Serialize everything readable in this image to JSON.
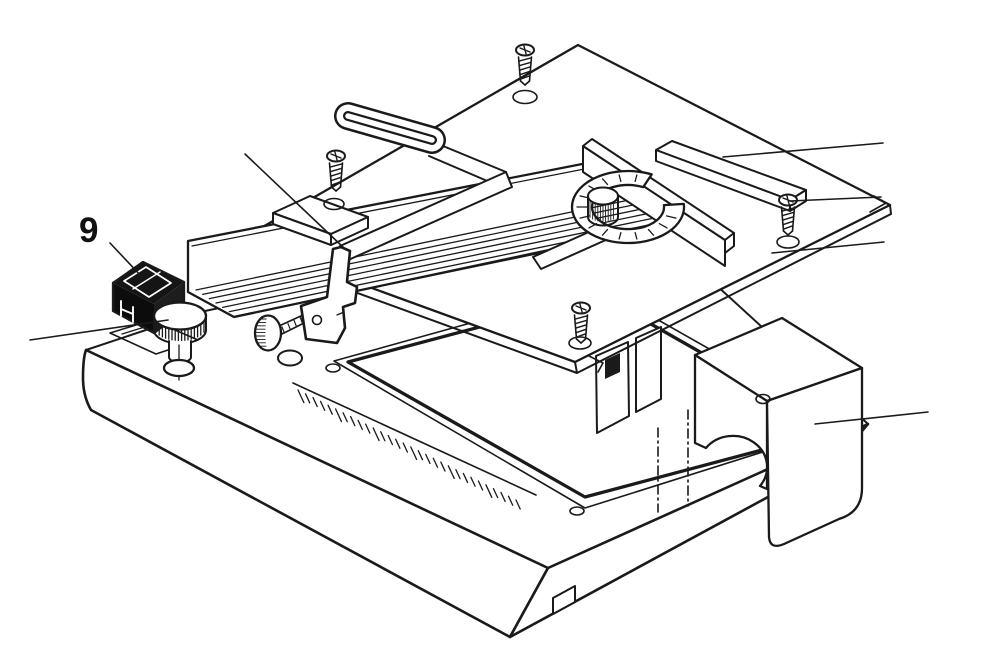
{
  "figure": {
    "kind": "exploded-parts-line-drawing",
    "subject": "benchtop table saw base, table plate, miter gauge, rip fence and blade cover"
  },
  "callout": {
    "label": "9"
  },
  "colors": {
    "ink": "#1a1a1a",
    "paper": "#ffffff",
    "switch_top": "#151515",
    "switch_left": "#0c0c0c",
    "switch_right": "#1d1d1d"
  },
  "counts": {
    "leader_lines": 7,
    "screws": 4,
    "ruler_ticks": 30,
    "rail_ribs": 7,
    "protractor_ticks": 14
  }
}
